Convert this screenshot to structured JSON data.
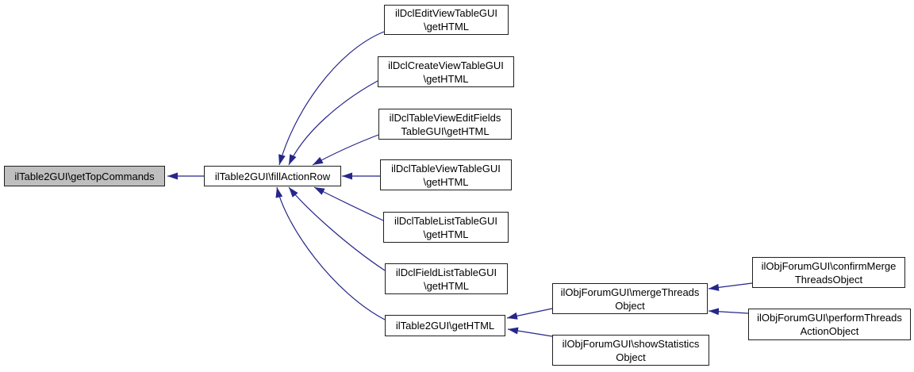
{
  "diagram": {
    "type": "caller-graph",
    "colors": {
      "background": "#ffffff",
      "edge": "#26268b",
      "node_fill": "#ffffff",
      "node_border": "#1f1f1f",
      "highlight_fill": "#bfbfbf",
      "text": "#000000"
    },
    "nodes": [
      {
        "id": "getTopCommands",
        "label": "ilTable2GUI\\getTopCommands",
        "highlighted": true
      },
      {
        "id": "fillActionRow",
        "label": "ilTable2GUI\\fillActionRow"
      },
      {
        "id": "dclEditView",
        "label": "ilDclEditViewTableGUI\n\\getHTML"
      },
      {
        "id": "dclCreateView",
        "label": "ilDclCreateViewTableGUI\n\\getHTML"
      },
      {
        "id": "dclTableViewEditFields",
        "label": "ilDclTableViewEditFields\nTableGUI\\getHTML"
      },
      {
        "id": "dclTableView",
        "label": "ilDclTableViewTableGUI\n\\getHTML"
      },
      {
        "id": "dclTableList",
        "label": "ilDclTableListTableGUI\n\\getHTML"
      },
      {
        "id": "dclFieldList",
        "label": "ilDclFieldListTableGUI\n\\getHTML"
      },
      {
        "id": "table2GetHTML",
        "label": "ilTable2GUI\\getHTML"
      },
      {
        "id": "mergeThreads",
        "label": "ilObjForumGUI\\mergeThreads\nObject"
      },
      {
        "id": "showStatistics",
        "label": "ilObjForumGUI\\showStatistics\nObject"
      },
      {
        "id": "confirmMerge",
        "label": "ilObjForumGUI\\confirmMerge\nThreadsObject"
      },
      {
        "id": "performThreads",
        "label": "ilObjForumGUI\\performThreads\nActionObject"
      }
    ],
    "edges": [
      {
        "from": "fillActionRow",
        "to": "getTopCommands"
      },
      {
        "from": "dclEditView",
        "to": "fillActionRow"
      },
      {
        "from": "dclCreateView",
        "to": "fillActionRow"
      },
      {
        "from": "dclTableViewEditFields",
        "to": "fillActionRow"
      },
      {
        "from": "dclTableView",
        "to": "fillActionRow"
      },
      {
        "from": "dclTableList",
        "to": "fillActionRow"
      },
      {
        "from": "dclFieldList",
        "to": "fillActionRow"
      },
      {
        "from": "table2GetHTML",
        "to": "fillActionRow"
      },
      {
        "from": "mergeThreads",
        "to": "table2GetHTML"
      },
      {
        "from": "showStatistics",
        "to": "table2GetHTML"
      },
      {
        "from": "confirmMerge",
        "to": "mergeThreads"
      },
      {
        "from": "performThreads",
        "to": "mergeThreads"
      }
    ]
  }
}
